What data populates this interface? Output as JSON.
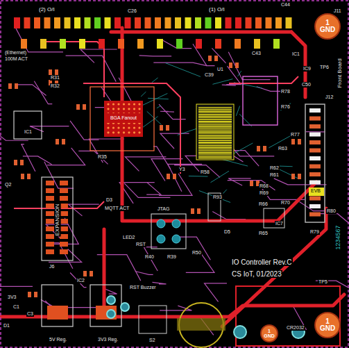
{
  "diagram": {
    "nodes": [
      {
        "text": [
          "1",
          "GND"
        ]
      },
      {
        "text": [
          "BGA Fanout"
        ]
      },
      {
        "text": [
          "1",
          "GND"
        ]
      },
      {
        "text": [
          "1",
          "GND"
        ]
      }
    ],
    "labels": [
      "(2) O/I",
      "C26",
      "(1) O/I",
      "C44",
      "J11",
      "(Ethernet)",
      "100M ACT",
      "C43",
      "IC1",
      "IC9",
      "TP6",
      "Front Board",
      "J12",
      "U1",
      "R31",
      "R32",
      "IC1",
      "R35",
      "Y3",
      "R58",
      "R63",
      "R62",
      "R61",
      "R68",
      "R69",
      "R66",
      "R70",
      "R65",
      "R80",
      "IC7",
      "EVB",
      "R78",
      "R77",
      "R76",
      "EXPANSION",
      "D3",
      "MQTT ACT",
      "LED2",
      "RST",
      "JTAG",
      "R93",
      "D5",
      "IO Controller Rev.C",
      "CS IoT, 01/2023",
      "TP5",
      "J6",
      "IC2",
      "3V3",
      "5V Reg.",
      "3V3 Reg.",
      "RST Buzzer",
      "S2",
      "CR2032",
      "1234567",
      "C1",
      "C3",
      "D1",
      "R40",
      "R39",
      "R50",
      "C39",
      "C50",
      "R79",
      "Q2"
    ]
  }
}
